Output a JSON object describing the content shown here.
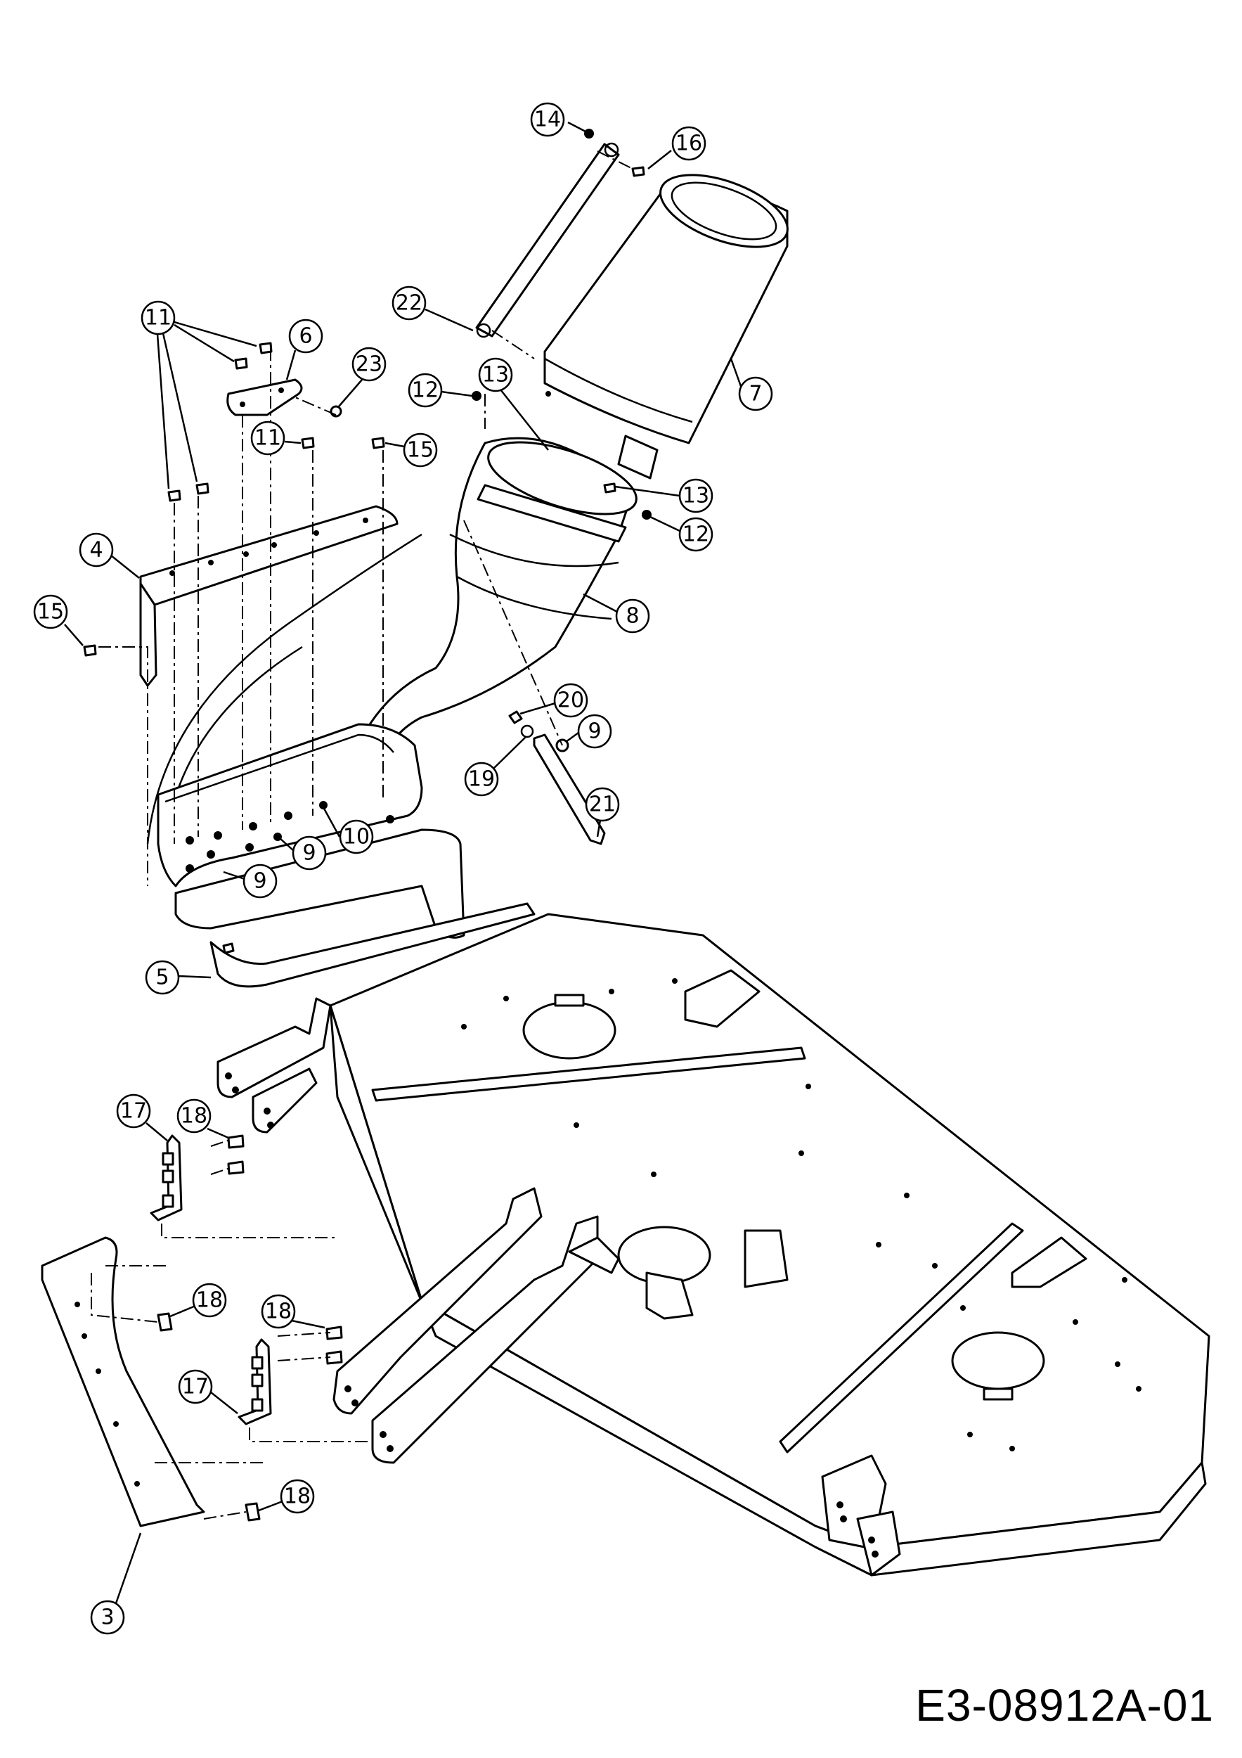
{
  "drawing_code": "E3-08912A-01",
  "callouts": [
    {
      "id": "c14",
      "label": "14"
    },
    {
      "id": "c16",
      "label": "16"
    },
    {
      "id": "c22",
      "label": "22"
    },
    {
      "id": "c11a",
      "label": "11"
    },
    {
      "id": "c6",
      "label": "6"
    },
    {
      "id": "c23",
      "label": "23"
    },
    {
      "id": "c12a",
      "label": "12"
    },
    {
      "id": "c13a",
      "label": "13"
    },
    {
      "id": "c7",
      "label": "7"
    },
    {
      "id": "c11b",
      "label": "11"
    },
    {
      "id": "c15a",
      "label": "15"
    },
    {
      "id": "c13b",
      "label": "13"
    },
    {
      "id": "c12b",
      "label": "12"
    },
    {
      "id": "c4",
      "label": "4"
    },
    {
      "id": "c8",
      "label": "8"
    },
    {
      "id": "c15b",
      "label": "15"
    },
    {
      "id": "c20",
      "label": "20"
    },
    {
      "id": "c9a",
      "label": "9"
    },
    {
      "id": "c19",
      "label": "19"
    },
    {
      "id": "c21",
      "label": "21"
    },
    {
      "id": "c10",
      "label": "10"
    },
    {
      "id": "c9b",
      "label": "9"
    },
    {
      "id": "c9c",
      "label": "9"
    },
    {
      "id": "c5",
      "label": "5"
    },
    {
      "id": "c17a",
      "label": "17"
    },
    {
      "id": "c18a",
      "label": "18"
    },
    {
      "id": "c18b",
      "label": "18"
    },
    {
      "id": "c18c",
      "label": "18"
    },
    {
      "id": "c17b",
      "label": "17"
    },
    {
      "id": "c18d",
      "label": "18"
    },
    {
      "id": "c3",
      "label": "3"
    }
  ]
}
